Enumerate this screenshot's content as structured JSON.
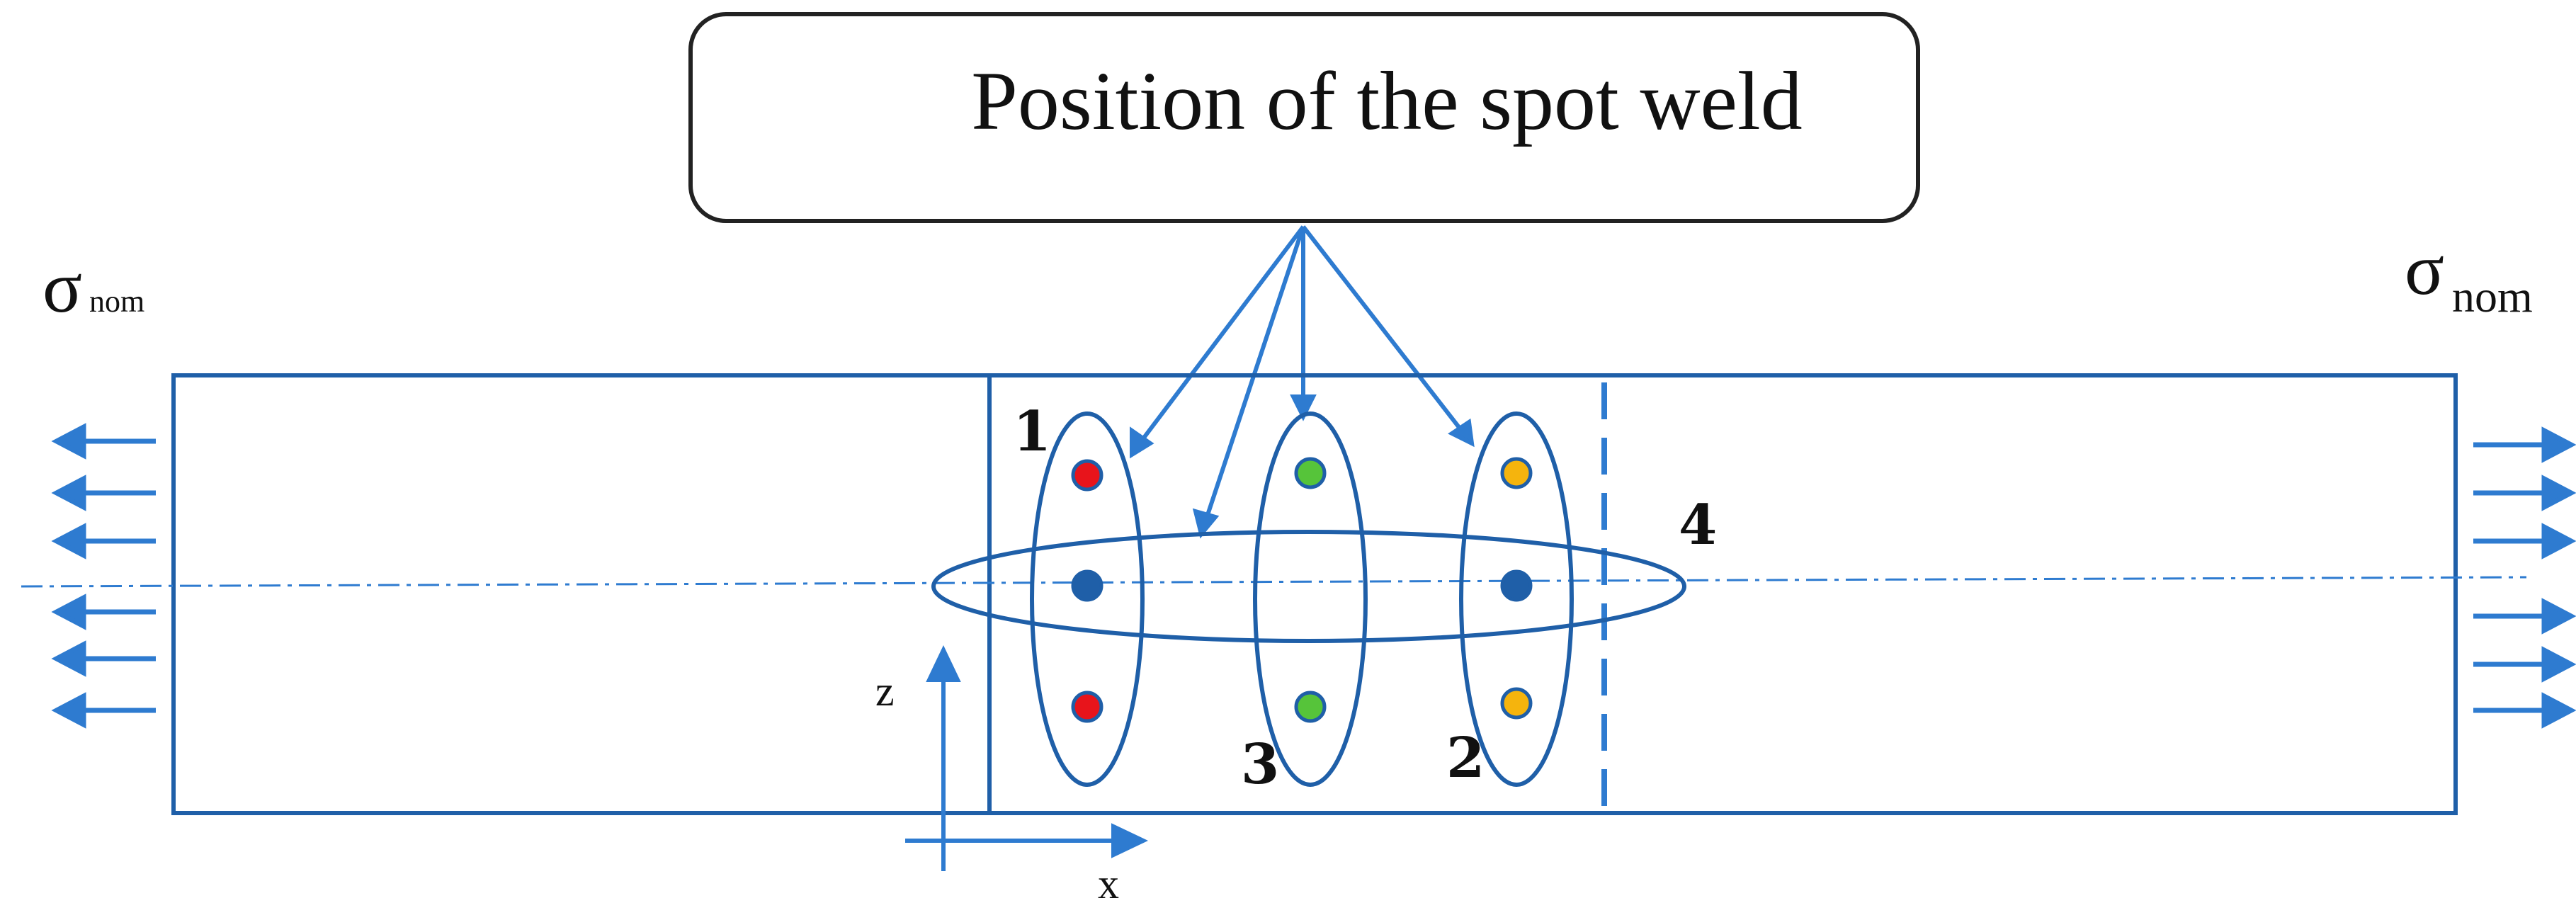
{
  "callout": {
    "text": "Position of the spot weld"
  },
  "stress": {
    "left": {
      "symbol": "σ",
      "subscript": "nom"
    },
    "right": {
      "symbol": "σ",
      "subscript": "nom"
    }
  },
  "group_labels": {
    "g1": "1",
    "g2": "2",
    "g3": "3",
    "g4": "4"
  },
  "axes": {
    "z": "z",
    "x": "x"
  },
  "colors": {
    "line_blue": "#1f5fa8",
    "arrow_blue": "#2e7bd0",
    "weld_red": "#e8141b",
    "weld_green": "#56c43a",
    "weld_orange": "#f5b40d",
    "weld_blue": "#1f5fa8",
    "callout_border": "#222222"
  }
}
